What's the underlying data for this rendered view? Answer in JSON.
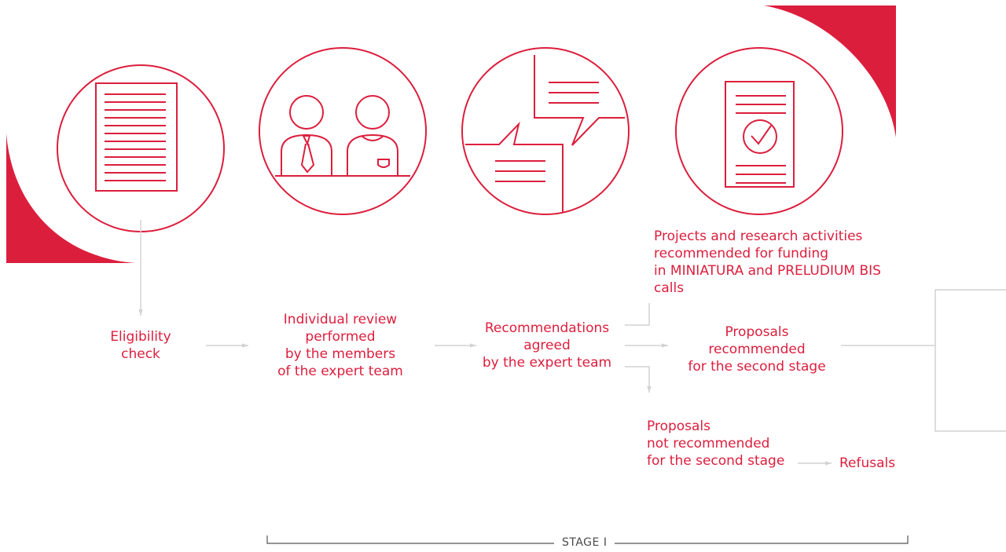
{
  "colors": {
    "accent": "#dc1e3d",
    "connector": "#d2d2d2",
    "bracket": "#555555",
    "text_secondary": "#4a4a4a"
  },
  "icons": [
    "document-icon",
    "experts-icon",
    "discussion-icon",
    "approved-document-icon"
  ],
  "steps": {
    "eligibility": "Eligibility\ncheck",
    "individual_review": "Individual review\nperformed\nby the members\nof the expert team",
    "recommendations": "Recommendations\nagreed\nby the expert team",
    "recommended": "Proposals\nrecommended\nfor the second stage",
    "funded": "Projects and research activities\nrecommended for funding\nin MINIATURA and PRELUDIUM BIS\ncalls",
    "not_recommended": "Proposals\nnot recommended\nfor the second stage",
    "refusals": "Refusals"
  },
  "stage_label": "STAGE I"
}
